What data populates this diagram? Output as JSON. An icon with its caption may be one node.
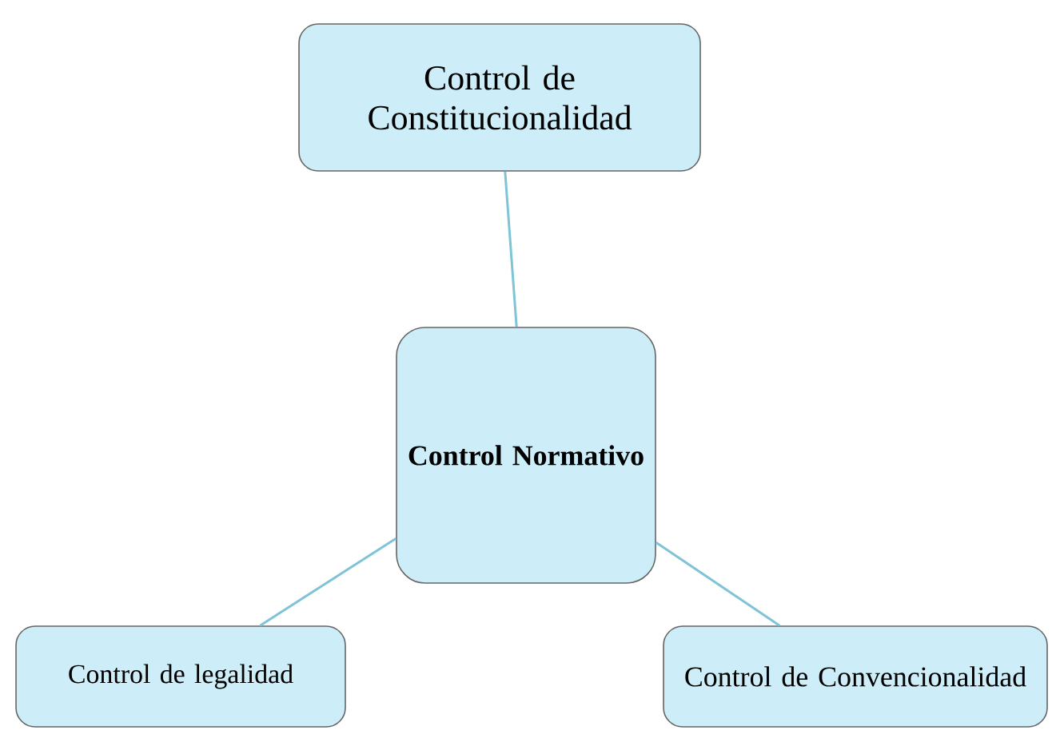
{
  "diagram": {
    "nodes": [
      {
        "text": [
          "Control de Constitucionalidad"
        ]
      },
      {
        "text": [
          "**Control Normativo**"
        ]
      },
      {
        "text": [
          "Control de legalidad"
        ]
      },
      {
        "text": [
          "Control de Convencionalidad"
        ]
      }
    ],
    "edges": [
      {
        "from": 1,
        "to": 0,
        "arrow": "none"
      },
      {
        "from": 1,
        "to": 2,
        "arrow": "none"
      },
      {
        "from": 1,
        "to": 3,
        "arrow": "none"
      }
    ]
  }
}
